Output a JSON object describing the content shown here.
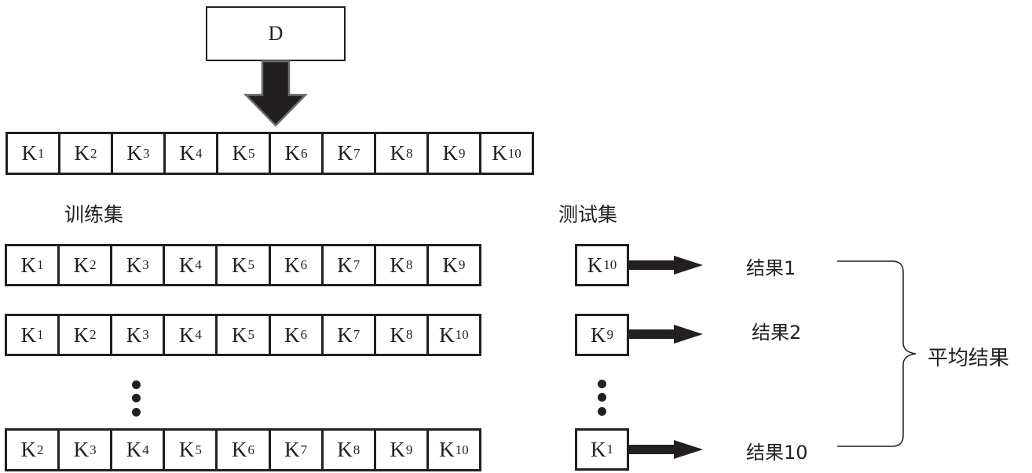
{
  "diagram": {
    "source_box": {
      "label": "D"
    },
    "full_partition": {
      "cells": [
        {
          "base": "K",
          "sub": "1"
        },
        {
          "base": "K",
          "sub": "2"
        },
        {
          "base": "K",
          "sub": "3"
        },
        {
          "base": "K",
          "sub": "4"
        },
        {
          "base": "K",
          "sub": "5"
        },
        {
          "base": "K",
          "sub": "6"
        },
        {
          "base": "K",
          "sub": "7"
        },
        {
          "base": "K",
          "sub": "8"
        },
        {
          "base": "K",
          "sub": "9"
        },
        {
          "base": "K",
          "sub": "10"
        }
      ]
    },
    "training_set_label": "训练集",
    "test_set_label": "测试集",
    "folds": [
      {
        "train": [
          {
            "base": "K",
            "sub": "1"
          },
          {
            "base": "K",
            "sub": "2"
          },
          {
            "base": "K",
            "sub": "3"
          },
          {
            "base": "K",
            "sub": "4"
          },
          {
            "base": "K",
            "sub": "5"
          },
          {
            "base": "K",
            "sub": "6"
          },
          {
            "base": "K",
            "sub": "7"
          },
          {
            "base": "K",
            "sub": "8"
          },
          {
            "base": "K",
            "sub": "9"
          }
        ],
        "test": {
          "base": "K",
          "sub": "10"
        },
        "result": "结果1"
      },
      {
        "train": [
          {
            "base": "K",
            "sub": "1"
          },
          {
            "base": "K",
            "sub": "2"
          },
          {
            "base": "K",
            "sub": "3"
          },
          {
            "base": "K",
            "sub": "4"
          },
          {
            "base": "K",
            "sub": "5"
          },
          {
            "base": "K",
            "sub": "6"
          },
          {
            "base": "K",
            "sub": "7"
          },
          {
            "base": "K",
            "sub": "8"
          },
          {
            "base": "K",
            "sub": "10"
          }
        ],
        "test": {
          "base": "K",
          "sub": "9"
        },
        "result": "结果2"
      },
      {
        "train": [
          {
            "base": "K",
            "sub": "2"
          },
          {
            "base": "K",
            "sub": "3"
          },
          {
            "base": "K",
            "sub": "4"
          },
          {
            "base": "K",
            "sub": "5"
          },
          {
            "base": "K",
            "sub": "6"
          },
          {
            "base": "K",
            "sub": "7"
          },
          {
            "base": "K",
            "sub": "8"
          },
          {
            "base": "K",
            "sub": "9"
          },
          {
            "base": "K",
            "sub": "10"
          }
        ],
        "test": {
          "base": "K",
          "sub": "1"
        },
        "result": "结果10"
      }
    ],
    "average_label": "平均结果",
    "colors": {
      "ink": "#231f20",
      "arrow_edge": "#6d6e71",
      "background": "#ffffff"
    }
  }
}
